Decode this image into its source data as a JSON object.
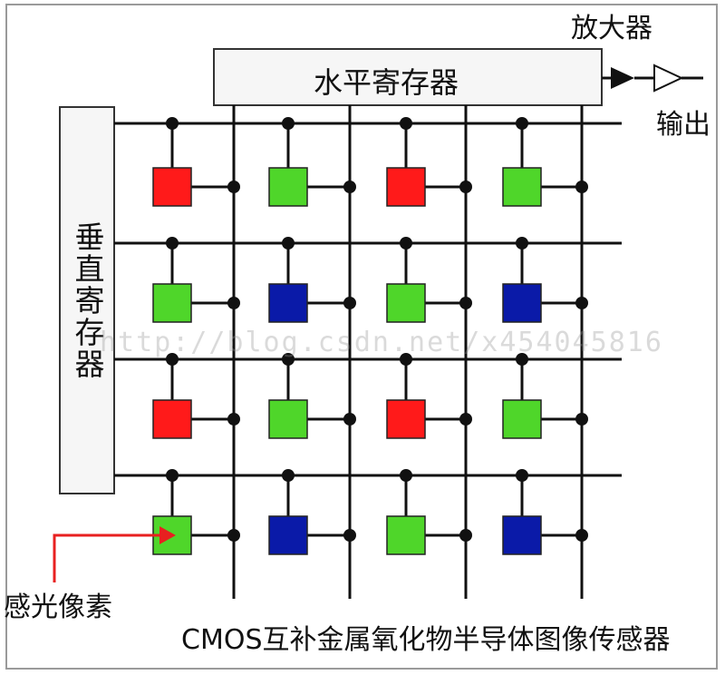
{
  "labels": {
    "amplifier": "放大器",
    "horizontal_register": "水平寄存器",
    "vertical_register": "垂直寄存器",
    "output": "输出",
    "photosensitive_pixel": "感光像素",
    "caption": "CMOS互补金属氧化物半导体图像传感器",
    "watermark": "http://blog.csdn.net/x454045816"
  },
  "pixel_grid": [
    [
      "red",
      "green",
      "red",
      "green"
    ],
    [
      "green",
      "blue",
      "green",
      "blue"
    ],
    [
      "red",
      "green",
      "red",
      "green"
    ],
    [
      "green",
      "blue",
      "green",
      "blue"
    ]
  ],
  "colors": {
    "red": "#ff1a1a",
    "green": "#4fd62a",
    "blue": "#0a1aa8",
    "pointer_arrow": "#e82020",
    "wire": "#111111",
    "register_border": "#333333",
    "register_fill": "#f6f6f6"
  }
}
